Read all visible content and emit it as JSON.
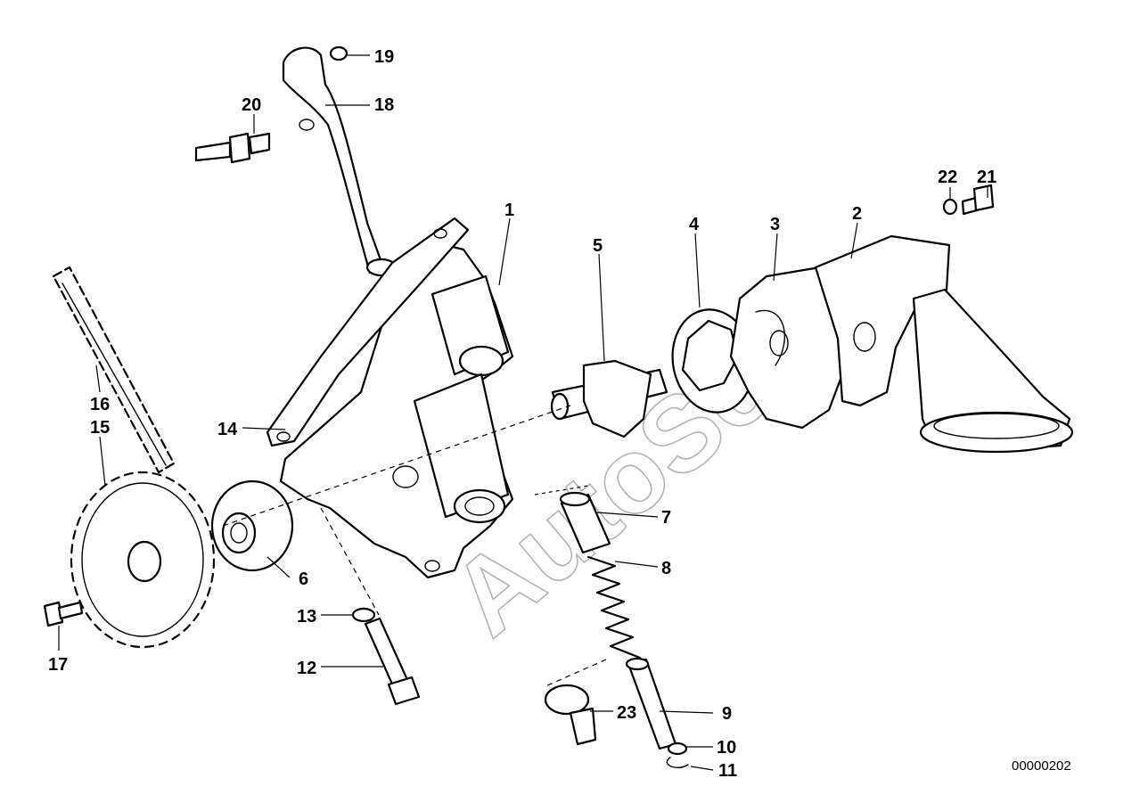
{
  "diagram": {
    "watermark_text": "AutoSoft",
    "drawing_number": "00000202",
    "callouts": [
      "1",
      "2",
      "3",
      "4",
      "5",
      "6",
      "7",
      "8",
      "9",
      "10",
      "11",
      "12",
      "13",
      "14",
      "15",
      "16",
      "17",
      "18",
      "19",
      "20",
      "21",
      "22",
      "23"
    ]
  }
}
